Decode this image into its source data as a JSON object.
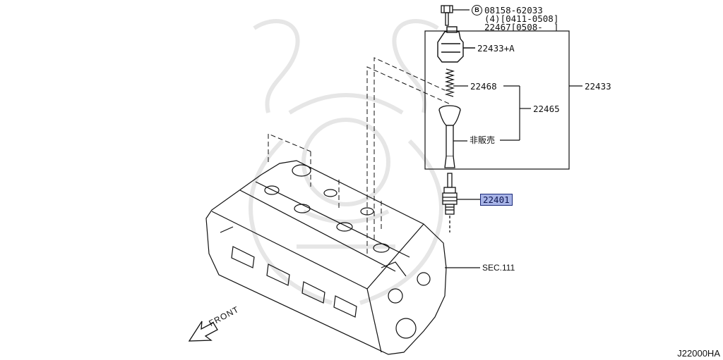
{
  "parts": {
    "bolt_ref_circle": "B",
    "bolt_part": "08158-62033",
    "bolt_qty": "(4)[0411-0508]",
    "bolt_alt": "22467[0508-  ]",
    "coil_assy": "22433+A",
    "spring": "22468",
    "boot_assy": "22465",
    "not_sold": "非販売",
    "coil_group": "22433",
    "spark_plug": "22401",
    "section_ref": "SEC.111"
  },
  "front_label": "FRONT",
  "diagram_id": "J22000HA",
  "colors": {
    "highlight": "#a7b3e6",
    "highlight_border": "#1b2a7a",
    "line": "#111111",
    "watermark": "#ececec"
  }
}
